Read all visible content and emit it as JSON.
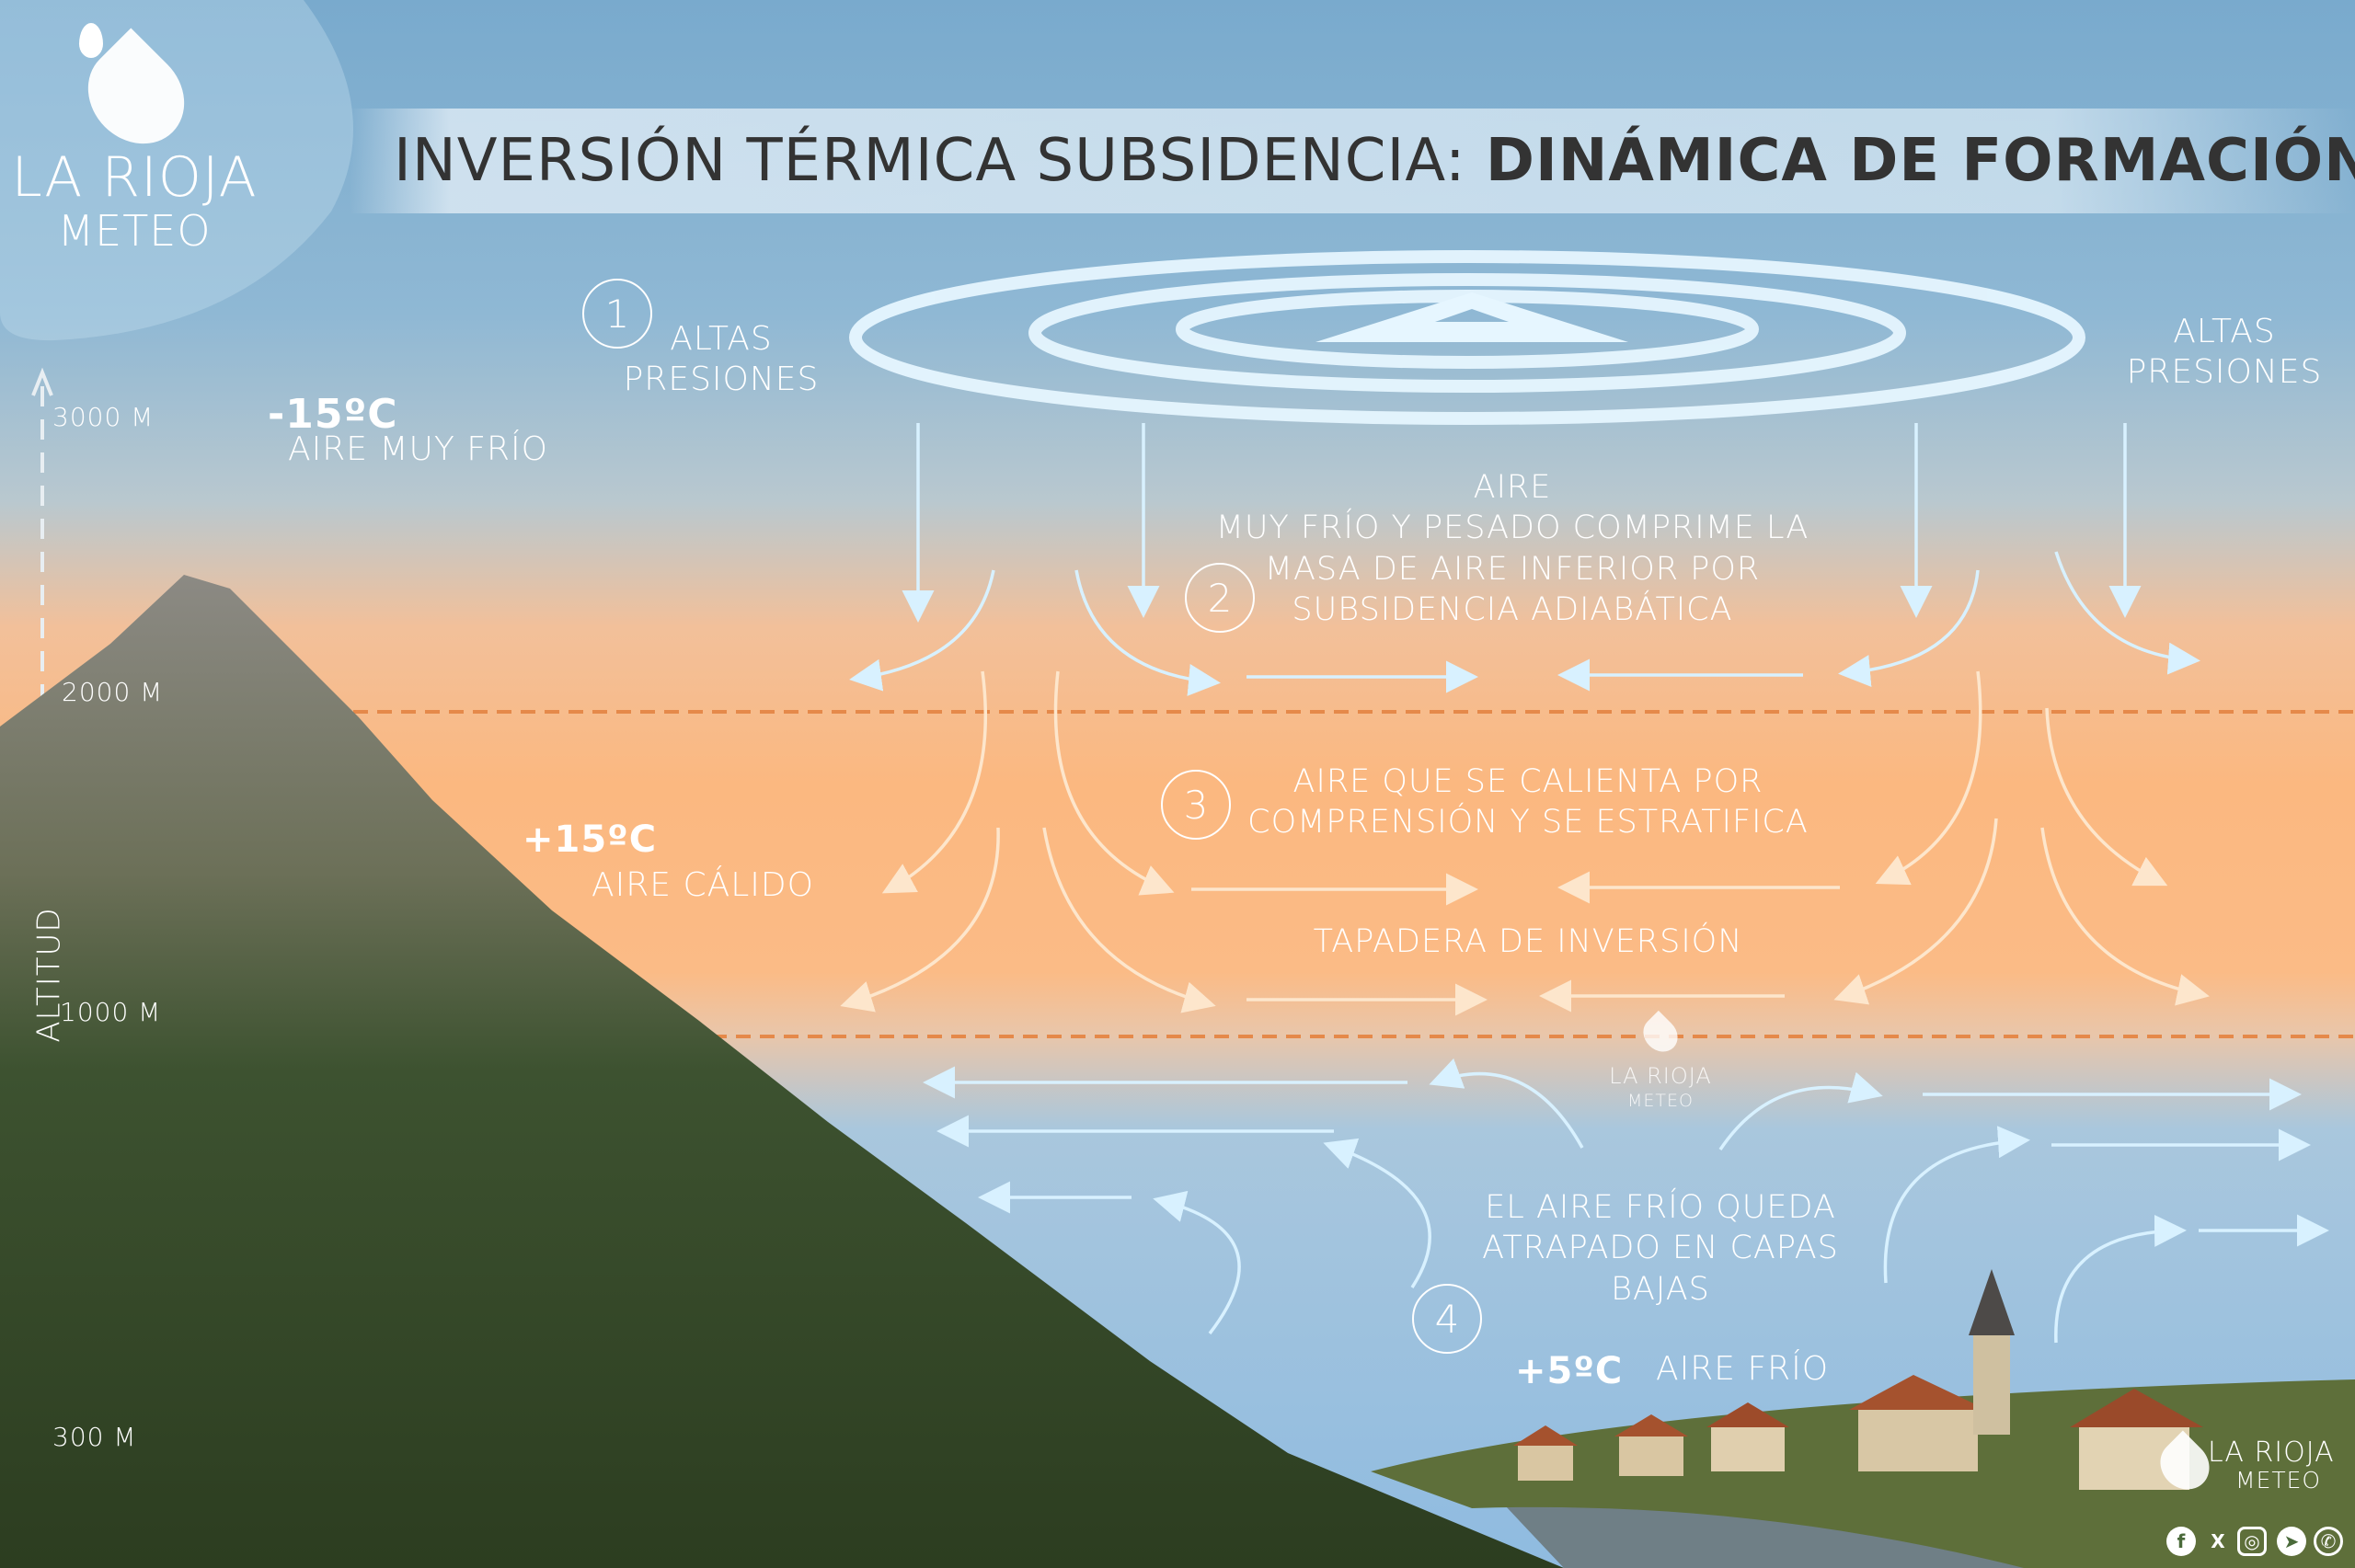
{
  "logo": {
    "line1": "LA RIOJA",
    "line2": "METEO"
  },
  "title": {
    "regular": "INVERSIÓN TÉRMICA SUBSIDENCIA: ",
    "bold": "DINÁMICA DE FORMACIÓN"
  },
  "axis": {
    "label": "ALTITUD",
    "ticks": [
      "3000 M",
      "2000 M",
      "1000 M",
      "300 M"
    ]
  },
  "high_pressure": {
    "symbol": "A",
    "left_label": [
      "ALTAS",
      "PRESIONES"
    ],
    "right_label": [
      "ALTAS",
      "PRESIONES"
    ]
  },
  "steps": [
    {
      "number": "1"
    },
    {
      "number": "2",
      "lines": [
        "AIRE",
        "MUY FRÍO Y PESADO COMPRIME LA",
        "MASA DE AIRE INFERIOR POR",
        "SUBSIDENCIA ADIABÁTICA"
      ]
    },
    {
      "number": "3",
      "lines": [
        "AIRE QUE SE CALIENTA POR",
        "COMPRENSIÓN Y SE ESTRATIFICA"
      ]
    },
    {
      "number": "4",
      "lines": [
        "EL AIRE FRÍO QUEDA",
        "ATRAPADO EN CAPAS",
        "BAJAS"
      ]
    }
  ],
  "lid_label": "TAPADERA DE INVERSIÓN",
  "temps": {
    "upper": {
      "value": "-15ºC",
      "label": "AIRE MUY FRÍO"
    },
    "middle": {
      "value": "+15ºC",
      "label": "AIRE CÁLIDO"
    },
    "lower": {
      "value": "+5ºC",
      "label": "AIRE FRÍO"
    }
  },
  "watermark": {
    "line1": "LA RIOJA",
    "line2": "METEO"
  },
  "footer_logo": {
    "line1": "LA RIOJA",
    "line2": "METEO"
  },
  "social": [
    {
      "icon": "facebook-icon",
      "glyph": "f"
    },
    {
      "icon": "x-icon",
      "glyph": "X"
    },
    {
      "icon": "instagram-icon",
      "glyph": "◎"
    },
    {
      "icon": "telegram-icon",
      "glyph": "➤"
    },
    {
      "icon": "whatsapp-icon",
      "glyph": "✆"
    }
  ],
  "colors": {
    "cold_arrow": "#c9ecff",
    "warm_arrow": "#fde3c6",
    "dash": "#e5894a",
    "title": "#333333"
  }
}
